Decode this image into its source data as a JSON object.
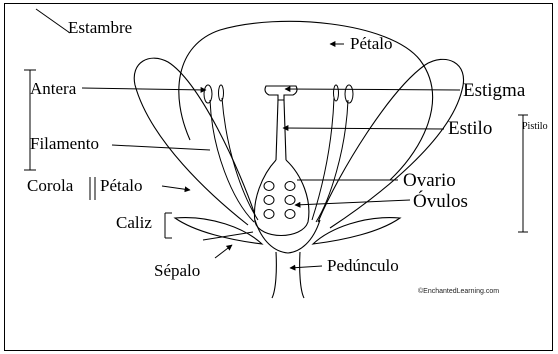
{
  "labels": {
    "estambre": "Estambre",
    "antera": "Antera",
    "filamento": "Filamento",
    "corola": "Corola",
    "petalo_corola": "Pétalo",
    "caliz": "Caliz",
    "sepalo": "Sépalo",
    "petalo_top": "Pétalo",
    "estigma": "Estigma",
    "estilo": "Estilo",
    "pistilo": "Pistilo",
    "ovario": "Ovario",
    "ovulos": "Óvulos",
    "pedunculo": "Pedúnculo"
  },
  "credit": "©EnchantedLearning.com"
}
